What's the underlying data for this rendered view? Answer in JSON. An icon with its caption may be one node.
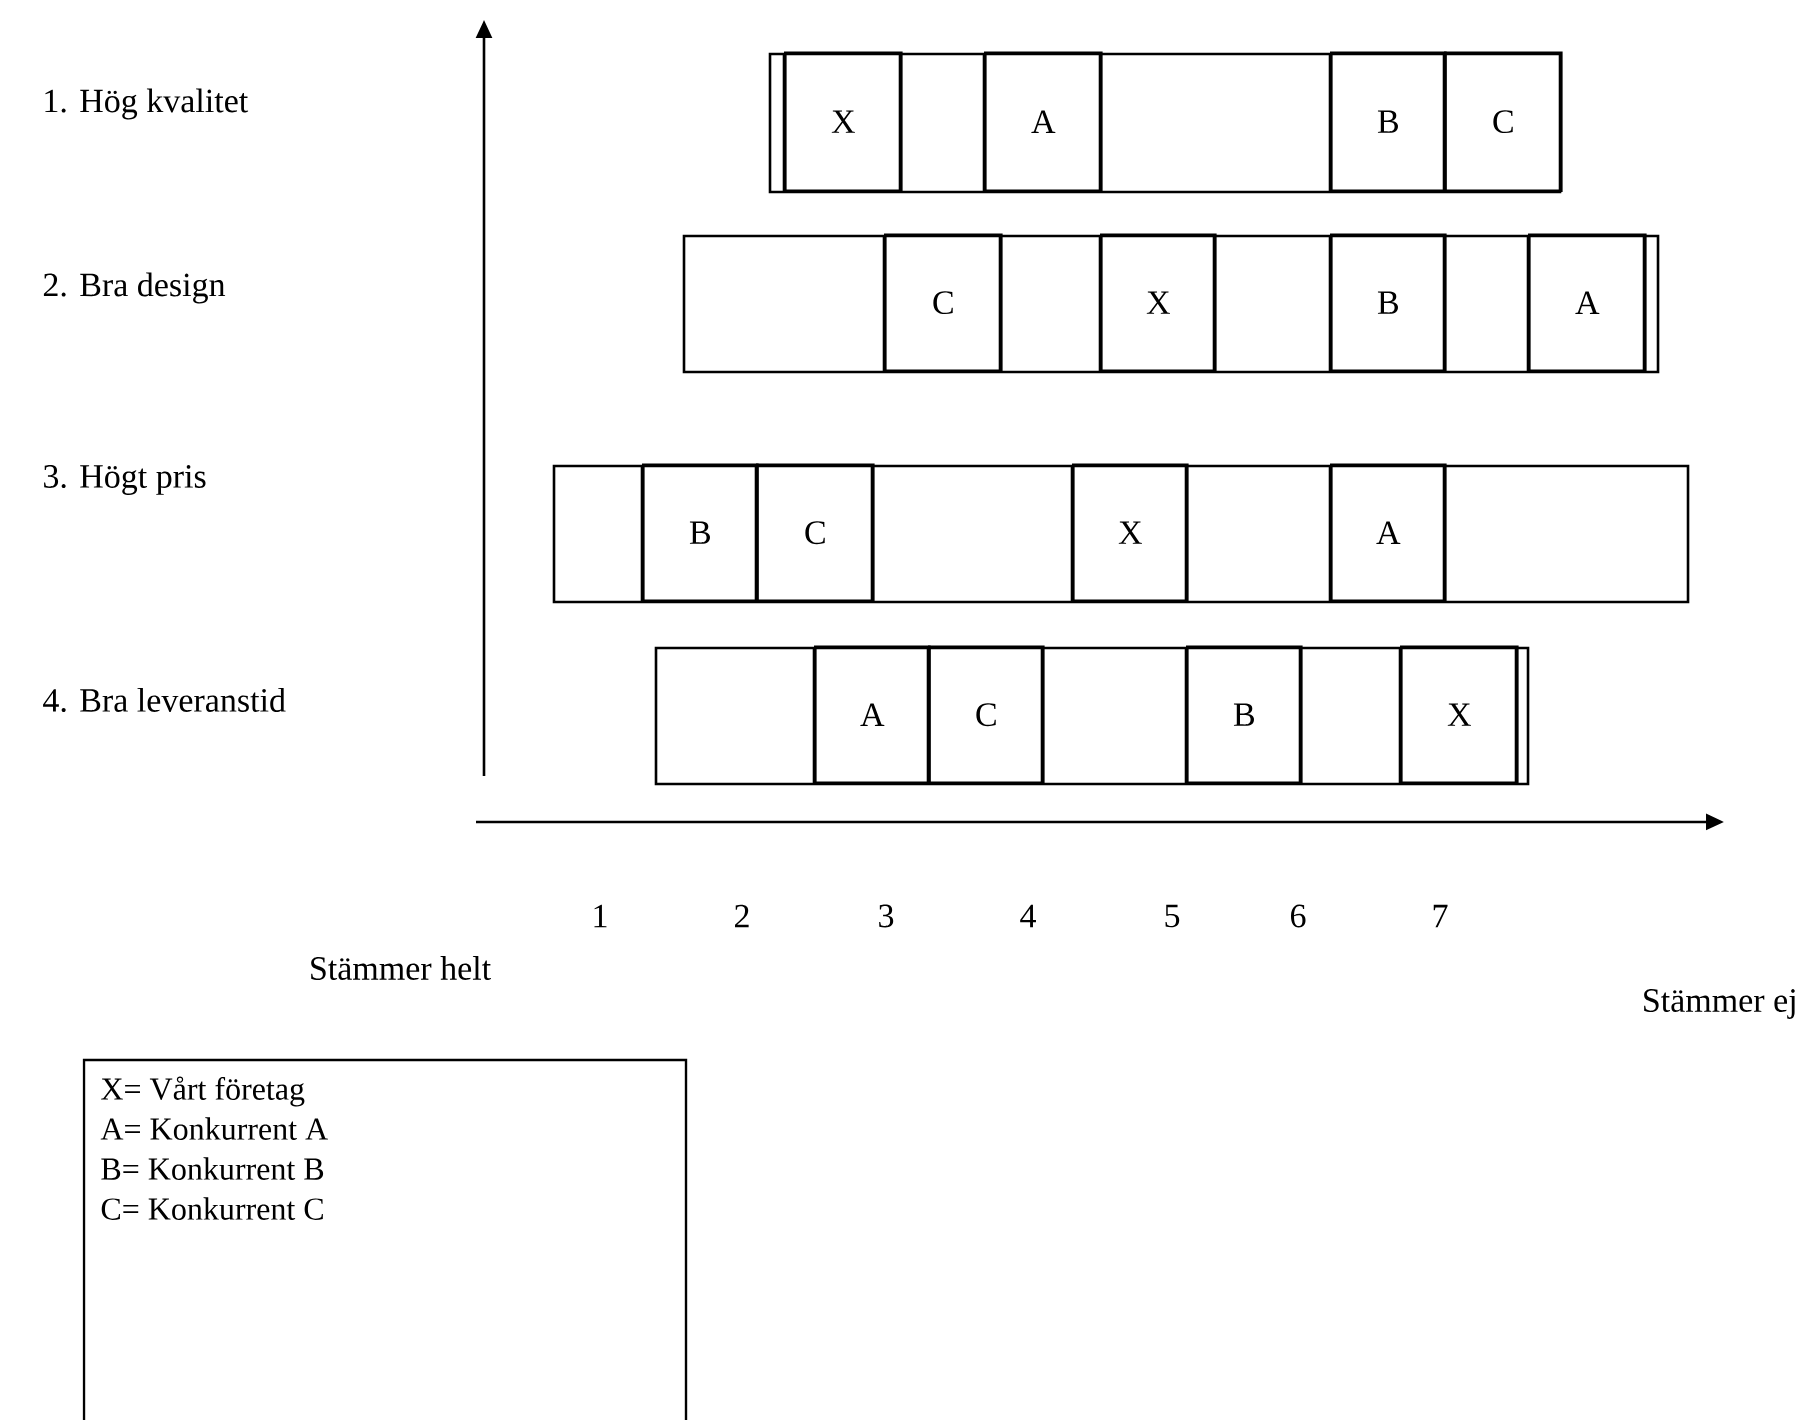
{
  "diagram": {
    "nodes": [
      {
        "text": [
          "X"
        ]
      },
      {
        "text": [
          "A"
        ]
      },
      {
        "text": [
          "B"
        ]
      },
      {
        "text": [
          "C"
        ]
      },
      {
        "text": [
          "C"
        ]
      },
      {
        "text": [
          "X"
        ]
      },
      {
        "text": [
          "B"
        ]
      },
      {
        "text": [
          "A"
        ]
      },
      {
        "text": [
          "B"
        ]
      },
      {
        "text": [
          "C"
        ]
      },
      {
        "text": [
          "X"
        ]
      },
      {
        "text": [
          "A"
        ]
      },
      {
        "text": [
          "A"
        ]
      },
      {
        "text": [
          "C"
        ]
      },
      {
        "text": [
          "B"
        ]
      },
      {
        "text": [
          "X"
        ]
      },
      {
        "text": [
          "X= Vårt företag",
          "A= Konkurrent A",
          "B= Konkurrent B",
          "C= Konkurrent C"
        ]
      }
    ],
    "edges": [],
    "labels": [
      "1. Hög kvalitet",
      "2. Bra design",
      "3. Högt pris",
      "4. Bra leveranstid",
      "1",
      "2",
      "3",
      "4",
      "5",
      "6",
      "7",
      "Stämmer helt",
      "Stämmer ej"
    ]
  }
}
